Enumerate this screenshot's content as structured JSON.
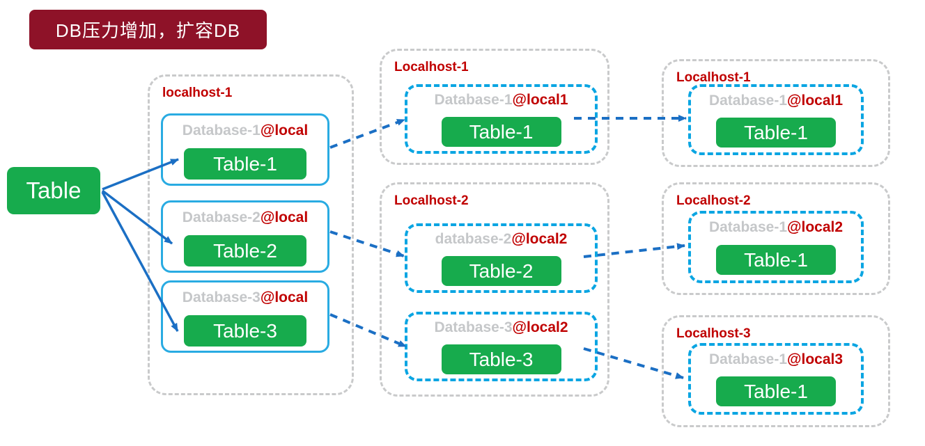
{
  "title_banner": {
    "label": "DB压力增加，扩容DB"
  },
  "source": {
    "label": "Table"
  },
  "left_host": {
    "label": "localhost-1",
    "databases": [
      {
        "name": "Database-1",
        "location": "@local",
        "table": "Table-1"
      },
      {
        "name": "Database-2",
        "location": "@local",
        "table": "Table-2"
      },
      {
        "name": "Database-3",
        "location": "@local",
        "table": "Table-3"
      }
    ]
  },
  "middle_hosts": [
    {
      "label": "Localhost-1",
      "databases": [
        {
          "name": "Database-1",
          "location": "@local1",
          "table": "Table-1"
        }
      ]
    },
    {
      "label": "Localhost-2",
      "databases": [
        {
          "name": "database-2",
          "location": "@local2",
          "table": "Table-2"
        },
        {
          "name": "Database-3",
          "location": "@local2",
          "table": "Table-3"
        }
      ]
    }
  ],
  "right_hosts": [
    {
      "label": "Localhost-1",
      "databases": [
        {
          "name": "Database-1",
          "location": "@local1",
          "table": "Table-1"
        }
      ]
    },
    {
      "label": "Localhost-2",
      "databases": [
        {
          "name": "Database-1",
          "location": "@local2",
          "table": "Table-1"
        }
      ]
    },
    {
      "label": "Localhost-3",
      "databases": [
        {
          "name": "Database-1",
          "location": "@local3",
          "table": "Table-1"
        }
      ]
    }
  ],
  "colors": {
    "banner_bg": "#8e1228",
    "banner_text": "#ffffff",
    "table_green": "#17ab4d",
    "label_red": "#c00000",
    "db_name_gray": "#c5c7c9",
    "box_blue_solid": "#29abe2",
    "box_blue_dashed": "#0aa5e2",
    "arrow_blue": "#1b6fc4",
    "container_gray": "#c9cacb"
  }
}
